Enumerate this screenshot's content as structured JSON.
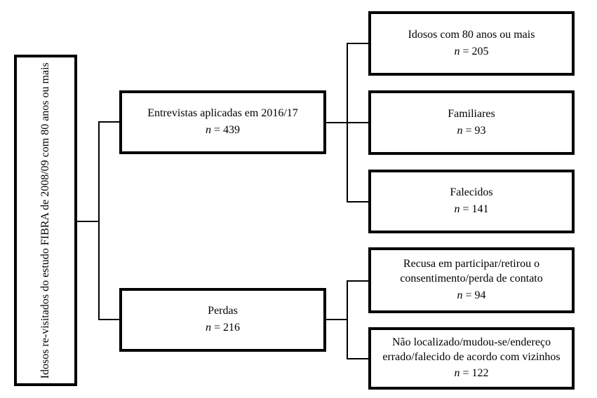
{
  "diagram": {
    "root": {
      "label": "Idosos re-visitados do estudo FIBRA de 2008/09 com 80 anos ou mais"
    },
    "branches": [
      {
        "label": "Entrevistas aplicadas em 2016/17",
        "n_symbol": "n",
        "n_eq": "= 439"
      },
      {
        "label": "Perdas",
        "n_symbol": "n",
        "n_eq": "= 216"
      }
    ],
    "leaves": [
      {
        "label": "Idosos com 80 anos ou mais",
        "n_symbol": "n",
        "n_eq": "= 205"
      },
      {
        "label": "Familiares",
        "n_symbol": "n",
        "n_eq": "= 93"
      },
      {
        "label": "Falecidos",
        "n_symbol": "n",
        "n_eq": "= 141"
      },
      {
        "label": "Recusa em participar/retirou o consentimento/perda de contato",
        "n_symbol": "n",
        "n_eq": "= 94"
      },
      {
        "label": "Não localizado/mudou-se/endereço errado/falecido de acordo com vizinhos",
        "n_symbol": "n",
        "n_eq": "= 122"
      }
    ],
    "colors": {
      "line": "#000000",
      "background": "#ffffff",
      "text": "#000000"
    }
  }
}
